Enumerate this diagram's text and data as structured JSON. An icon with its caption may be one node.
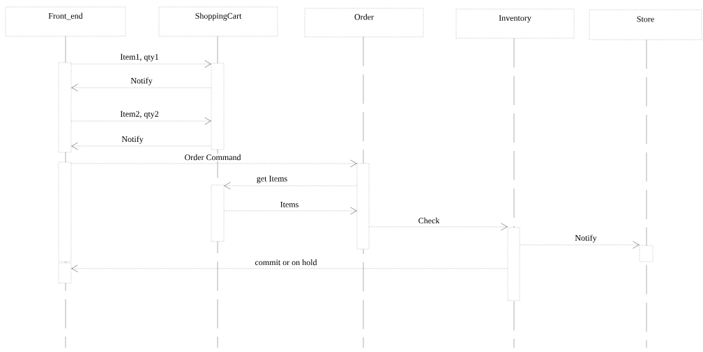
{
  "diagram": {
    "nodes": [
      {
        "text": [
          "Front_end"
        ]
      },
      {
        "text": [
          "ShoppingCart"
        ]
      },
      {
        "text": [
          "Order"
        ]
      },
      {
        "text": [
          "Inventory"
        ]
      },
      {
        "text": [
          "Store"
        ]
      },
      {
        "text": [],
        "shape": "bar"
      },
      {
        "text": [],
        "shape": "bar"
      },
      {
        "text": [],
        "shape": "bar"
      },
      {
        "text": [],
        "shape": "bar"
      },
      {
        "text": [],
        "shape": "bar"
      },
      {
        "text": [],
        "shape": "bar"
      },
      {
        "text": [],
        "shape": "bar"
      },
      {
        "text": [],
        "shape": "bar"
      }
    ],
    "edges": [
      {
        "from": 5,
        "to": 6,
        "arrow": "to",
        "label": "Item1, qty1"
      },
      {
        "from": 6,
        "to": 5,
        "arrow": "to",
        "label": "Notify"
      },
      {
        "from": 5,
        "to": 6,
        "arrow": "to",
        "label": "Item2, qty2"
      },
      {
        "from": 6,
        "to": 5,
        "arrow": "to",
        "label": "Notify"
      },
      {
        "from": 7,
        "to": 8,
        "arrow": "to",
        "label": "Order Command"
      },
      {
        "from": 8,
        "to": 9,
        "arrow": "to",
        "label": "get Items"
      },
      {
        "from": 9,
        "to": 8,
        "arrow": "to",
        "label": "Items"
      },
      {
        "from": 8,
        "to": 10,
        "arrow": "to",
        "label": "Check"
      },
      {
        "from": 10,
        "to": 11,
        "arrow": "to",
        "label": "Notify"
      },
      {
        "from": 10,
        "to": 12,
        "arrow": "to",
        "label": "commit or on hold"
      }
    ]
  }
}
